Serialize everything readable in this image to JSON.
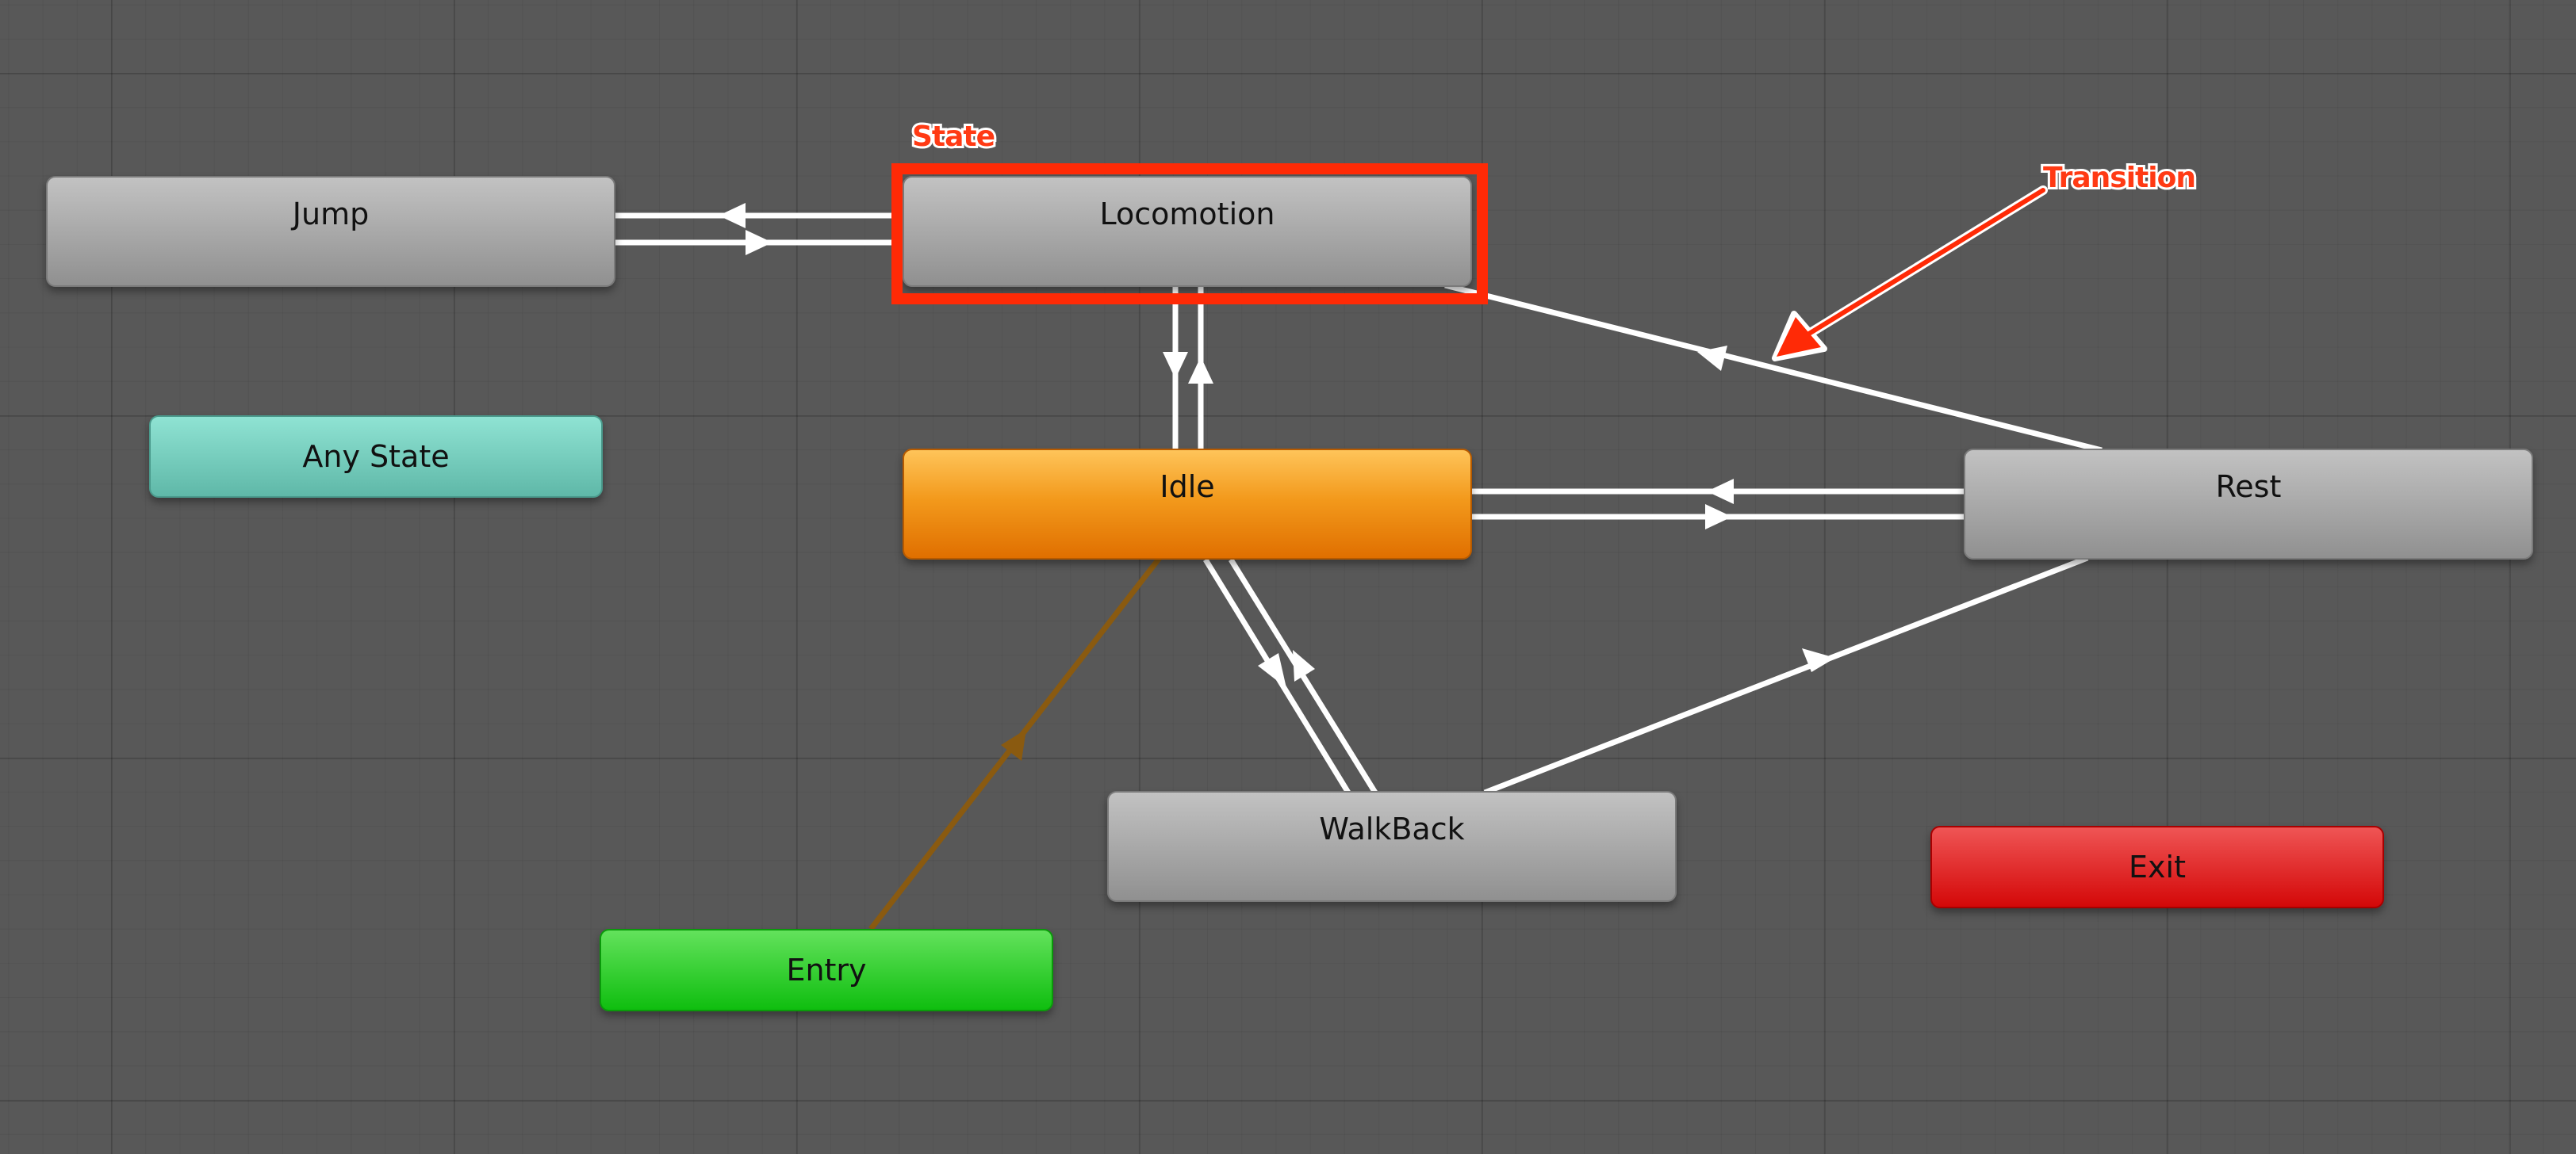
{
  "annotations": {
    "state": "State",
    "transition": "Transition"
  },
  "nodes": {
    "jump": "Jump",
    "locomotion": "Locomotion",
    "any_state": "Any State",
    "idle": "Idle",
    "rest": "Rest",
    "walkback": "WalkBack",
    "exit": "Exit",
    "entry": "Entry"
  },
  "colors": {
    "transition": "#ffffff",
    "default_transition": "#8a5a10",
    "annotation": "#ff2a06",
    "default_state": "#f39a1c",
    "any_state": "#5fb8a8",
    "entry": "#0fbe0f",
    "exit": "#d40808"
  }
}
